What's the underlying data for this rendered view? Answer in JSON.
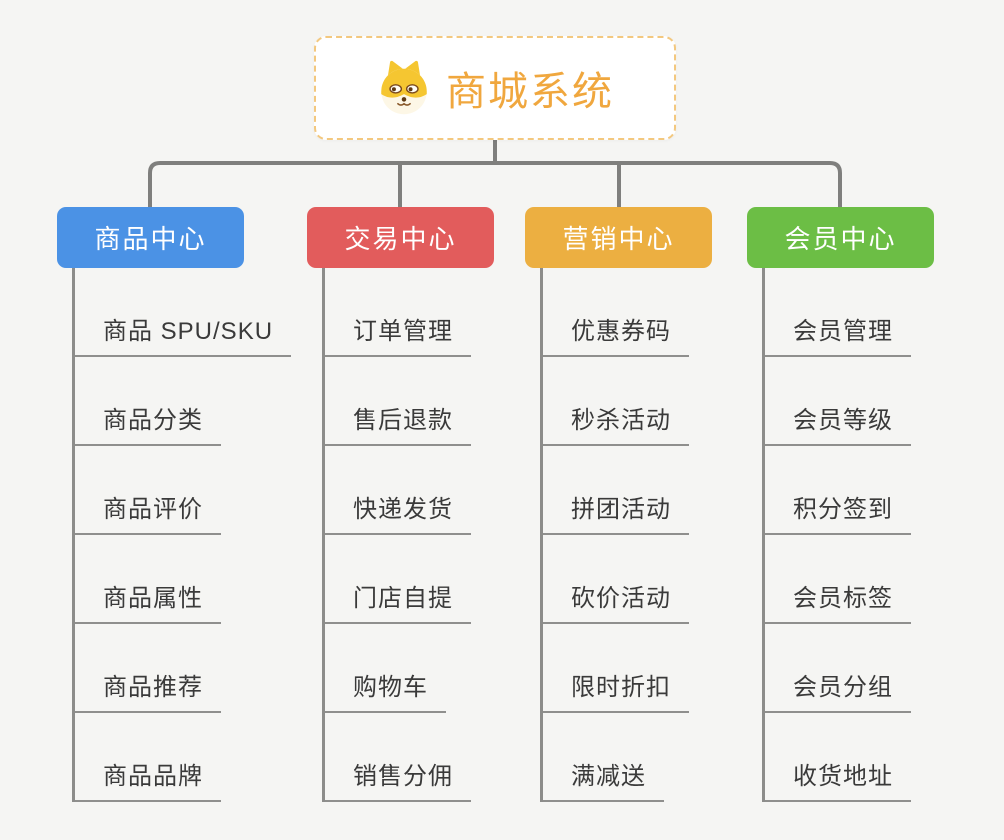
{
  "root": {
    "title": "商城系统",
    "icon": "dog-face-icon",
    "title_color": "#f0a73e",
    "border_color": "#f3c87f"
  },
  "connector_color": "#7f7f7d",
  "canvas_color": "#f5f5f3",
  "branches": [
    {
      "label": "商品中心",
      "color": "#4b92e5",
      "children": [
        "商品 SPU/SKU",
        "商品分类",
        "商品评价",
        "商品属性",
        "商品推荐",
        "商品品牌"
      ]
    },
    {
      "label": "交易中心",
      "color": "#e25c5c",
      "children": [
        "订单管理",
        "售后退款",
        "快递发货",
        "门店自提",
        "购物车",
        "销售分佣"
      ]
    },
    {
      "label": "营销中心",
      "color": "#ecaf41",
      "children": [
        "优惠券码",
        "秒杀活动",
        "拼团活动",
        "砍价活动",
        "限时折扣",
        "满减送"
      ]
    },
    {
      "label": "会员中心",
      "color": "#6cbe45",
      "children": [
        "会员管理",
        "会员等级",
        "积分签到",
        "会员标签",
        "会员分组",
        "收货地址"
      ]
    }
  ]
}
